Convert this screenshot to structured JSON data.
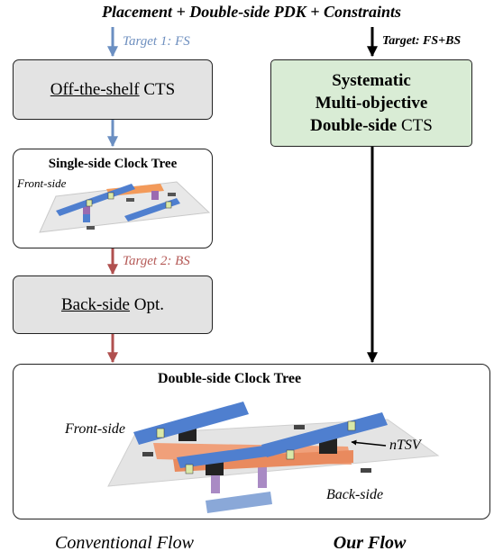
{
  "header": {
    "title": "Placement + Double-side PDK + Constraints"
  },
  "conventional": {
    "target1_label": "Target 1: FS",
    "cts_box": {
      "underlined": "Off-the-shelf",
      "rest": " CTS"
    },
    "single_side_tree": {
      "title": "Single-side Clock Tree",
      "front_label": "Front-side"
    },
    "target2_label": "Target 2: BS",
    "backside_box": {
      "underlined": "Back-side",
      "rest": " Opt."
    },
    "flow_label": "Conventional Flow"
  },
  "ours": {
    "target_label": "Target: FS+BS",
    "cts_box": {
      "line1": "Systematic",
      "line2": "Multi-objective",
      "line3_bold": "Double-side",
      "line3_rest": " CTS"
    },
    "flow_label": "Our Flow"
  },
  "double_side_tree": {
    "title": "Double-side Clock Tree",
    "front_label": "Front-side",
    "ntsv_label": "nTSV",
    "back_label": "Back-side"
  },
  "colors": {
    "blue_arrow": "#6b8fc2",
    "red_arrow": "#b0504f",
    "black_arrow": "#000000",
    "blue_wire": "#4f7fcf",
    "orange_wire": "#f39a5a",
    "purple_via": "#9b6bb0",
    "green_box": "#d9ecd5",
    "grey_box": "#e3e3e3",
    "target1_text": "#6e8fbf",
    "target2_text": "#b55a57"
  }
}
